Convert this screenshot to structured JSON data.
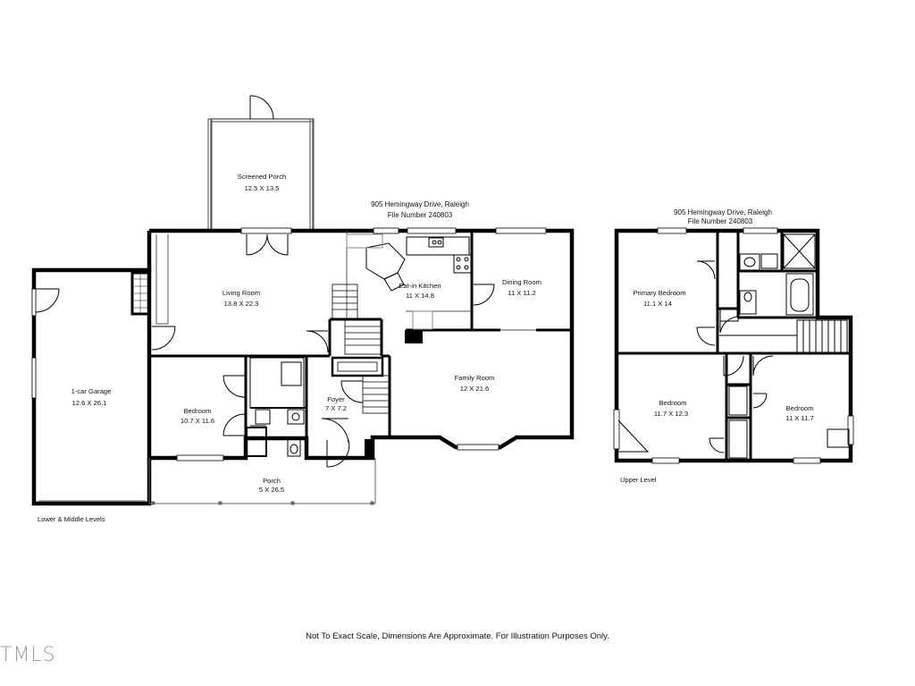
{
  "header_left": {
    "address": "905 Hemingway Drive, Raleigh",
    "file": "File Number 240803"
  },
  "header_right": {
    "address": "905 Hemingway Drive, Raleigh",
    "file": "File Number 240803"
  },
  "rooms": {
    "screened_porch": {
      "name": "Screened Porch",
      "dims": "12.5 X 13.5"
    },
    "living_room": {
      "name": "Living Room",
      "dims": "13.8 X 22.3"
    },
    "kitchen": {
      "name": "Eat-in Kitchen",
      "dims": "11 X 14.8"
    },
    "dining_room": {
      "name": "Dining Room",
      "dims": "11 X 11.2"
    },
    "garage": {
      "name": "1-car Garage",
      "dims": "12.6 X 26.1"
    },
    "bedroom_lower": {
      "name": "Bedroom",
      "dims": "10.7 X 11.6"
    },
    "foyer": {
      "name": "Foyer",
      "dims": "7 X 7.2"
    },
    "family_room": {
      "name": "Family Room",
      "dims": "12 X 21.6"
    },
    "porch": {
      "name": "Porch",
      "dims": "5 X 26.5"
    },
    "primary_bedroom": {
      "name": "Primary Bedroom",
      "dims": "11.1 X 14"
    },
    "bedroom_up1": {
      "name": "Bedroom",
      "dims": "11.7 X 12.3"
    },
    "bedroom_up2": {
      "name": "Bedroom",
      "dims": "11 X 11.7"
    }
  },
  "captions": {
    "lower": "Lower & Middle Levels",
    "upper": "Upper Level"
  },
  "disclaimer": "Not To Exact Scale, Dimensions Are Approximate. For Illustration Purposes Only.",
  "logo": "TMLS"
}
